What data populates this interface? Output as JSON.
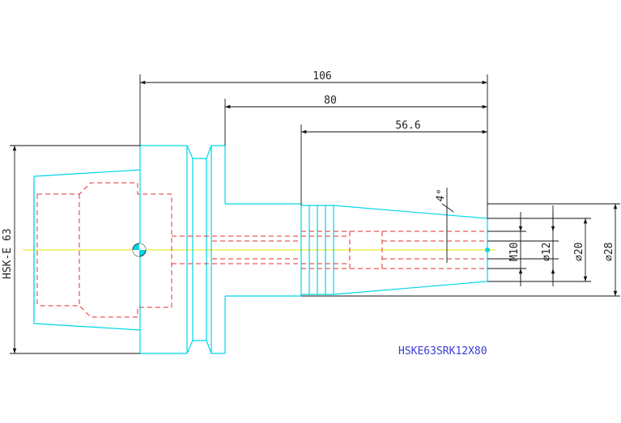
{
  "dimensions": {
    "overall_length": "106",
    "shank_length": "80",
    "bore_depth": "56.6",
    "taper_angle": "4°",
    "thread": "M10",
    "bore_diameter": "⌀12",
    "inner_diameter": "⌀20",
    "outer_diameter": "⌀28",
    "interface": "HSK-E 63"
  },
  "model_number": "HSKE63SRK12X80",
  "colors": {
    "outline": "#00d6e8",
    "hidden": "#e03030",
    "centerline": "#e6e600",
    "dimension": "#111111",
    "model_text": "#3b3bd6"
  },
  "icons": {
    "center_mark": "center-mark-icon"
  }
}
